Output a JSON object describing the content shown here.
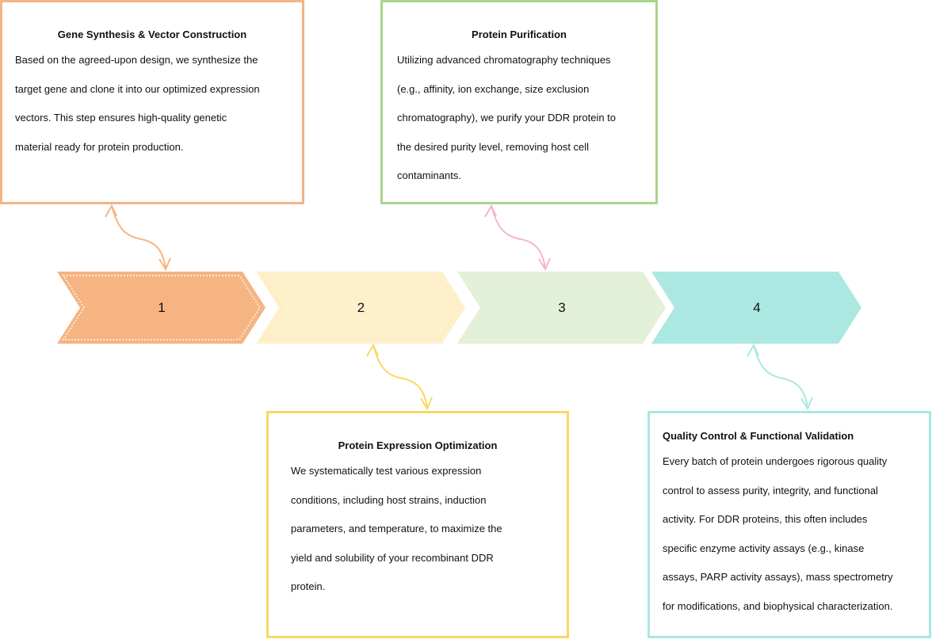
{
  "colors": {
    "step1": "#f5b482",
    "step2": "#fdf0cb",
    "step2_border": "#f9d862",
    "step3": "#e3f0d8",
    "step3_border": "#a9d58a",
    "step4": "#abe8e2",
    "step4_border": "#a8e8e1",
    "connector1": "#f5b482",
    "connector2": "#f9d862",
    "connector3": "#f5b8c2",
    "connector4": "#a8e8e1"
  },
  "steps": [
    {
      "number": "1",
      "title": "Gene Synthesis & Vector Construction",
      "description": "Based on the agreed-upon design, we synthesize the target gene and clone it into our optimized expression vectors. This step ensures high-quality genetic material ready for protein production.",
      "lines": [
        "Based on the agreed-upon design, we synthesize the",
        "target gene and clone it into our optimized expression",
        "vectors. This step ensures high-quality genetic",
        "material ready for protein production."
      ]
    },
    {
      "number": "2",
      "title": "Protein Expression Optimization",
      "description": "We systematically test various expression conditions, including host strains, induction parameters, and temperature, to maximize the yield and solubility of your recombinant DDR protein.",
      "lines": [
        "We systematically test various expression",
        "conditions, including host strains, induction",
        "parameters, and temperature, to maximize the",
        "yield and solubility of your recombinant DDR",
        "protein."
      ]
    },
    {
      "number": "3",
      "title": "Protein Purification",
      "description": "Utilizing advanced chromatography techniques (e.g., affinity, ion exchange, size exclusion chromatography), we purify your DDR protein to the desired purity level, removing host cell contaminants.",
      "lines": [
        "Utilizing advanced chromatography techniques",
        "(e.g., affinity, ion exchange, size exclusion",
        "chromatography), we purify your DDR protein to",
        "the desired purity level, removing host cell",
        "contaminants."
      ]
    },
    {
      "number": "4",
      "title": "Quality Control & Functional Validation",
      "description": "Every batch of protein undergoes rigorous quality control to assess purity, integrity, and functional activity. For DDR proteins, this often includes specific enzyme activity assays (e.g., kinase assays, PARP activity assays), mass spectrometry for modifications, and biophysical characterization.",
      "lines": [
        "Every batch of protein undergoes rigorous quality",
        "control to assess purity, integrity, and functional",
        "activity. For DDR proteins, this often includes",
        "specific enzyme activity assays (e.g., kinase",
        "assays, PARP activity assays), mass spectrometry",
        "for modifications, and biophysical characterization."
      ]
    }
  ]
}
